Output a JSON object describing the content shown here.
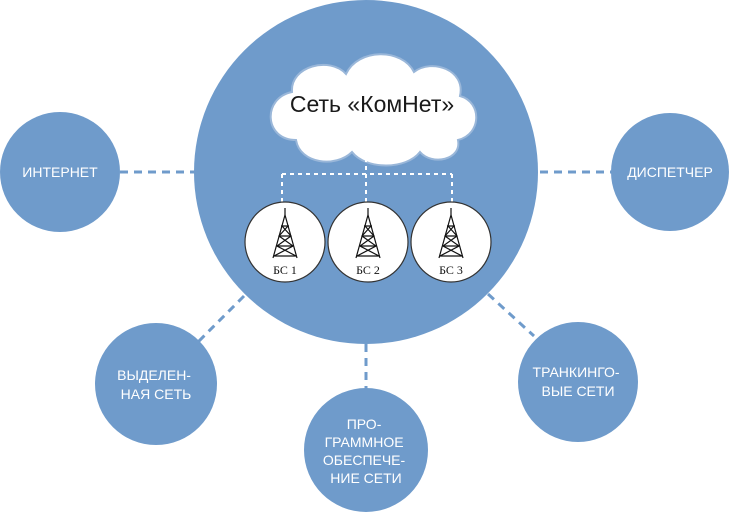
{
  "center": {
    "cloud_label": "Сеть «КомНет»",
    "base_stations": [
      "БС 1",
      "БС 2",
      "БС 3"
    ]
  },
  "satellites": {
    "internet": [
      "ИНТЕРНЕТ"
    ],
    "dispatcher": [
      "ДИСПЕТЧЕР"
    ],
    "dedicated_network": [
      "ВЫДЕЛЕН-",
      "НАЯ СЕТЬ"
    ],
    "software": [
      "ПРО-",
      "ГРАММНОЕ",
      "ОБЕСПЕЧЕ-",
      "НИЕ СЕТИ"
    ],
    "trunking": [
      "ТРАНКИНГО-",
      "ВЫЕ СЕТИ"
    ]
  },
  "colors": {
    "circle_fill": "#6f9bcb",
    "connector": "#6f9bcb",
    "cloud_fill": "#ffffff",
    "cloud_stroke": "#9ab7d9",
    "inner_dash": "#ffffff",
    "bs_fill": "#ffffff",
    "bs_stroke": "#333333",
    "tower": "#111111"
  },
  "icons": {
    "tower": "radio-tower-icon",
    "cloud": "cloud-icon"
  }
}
